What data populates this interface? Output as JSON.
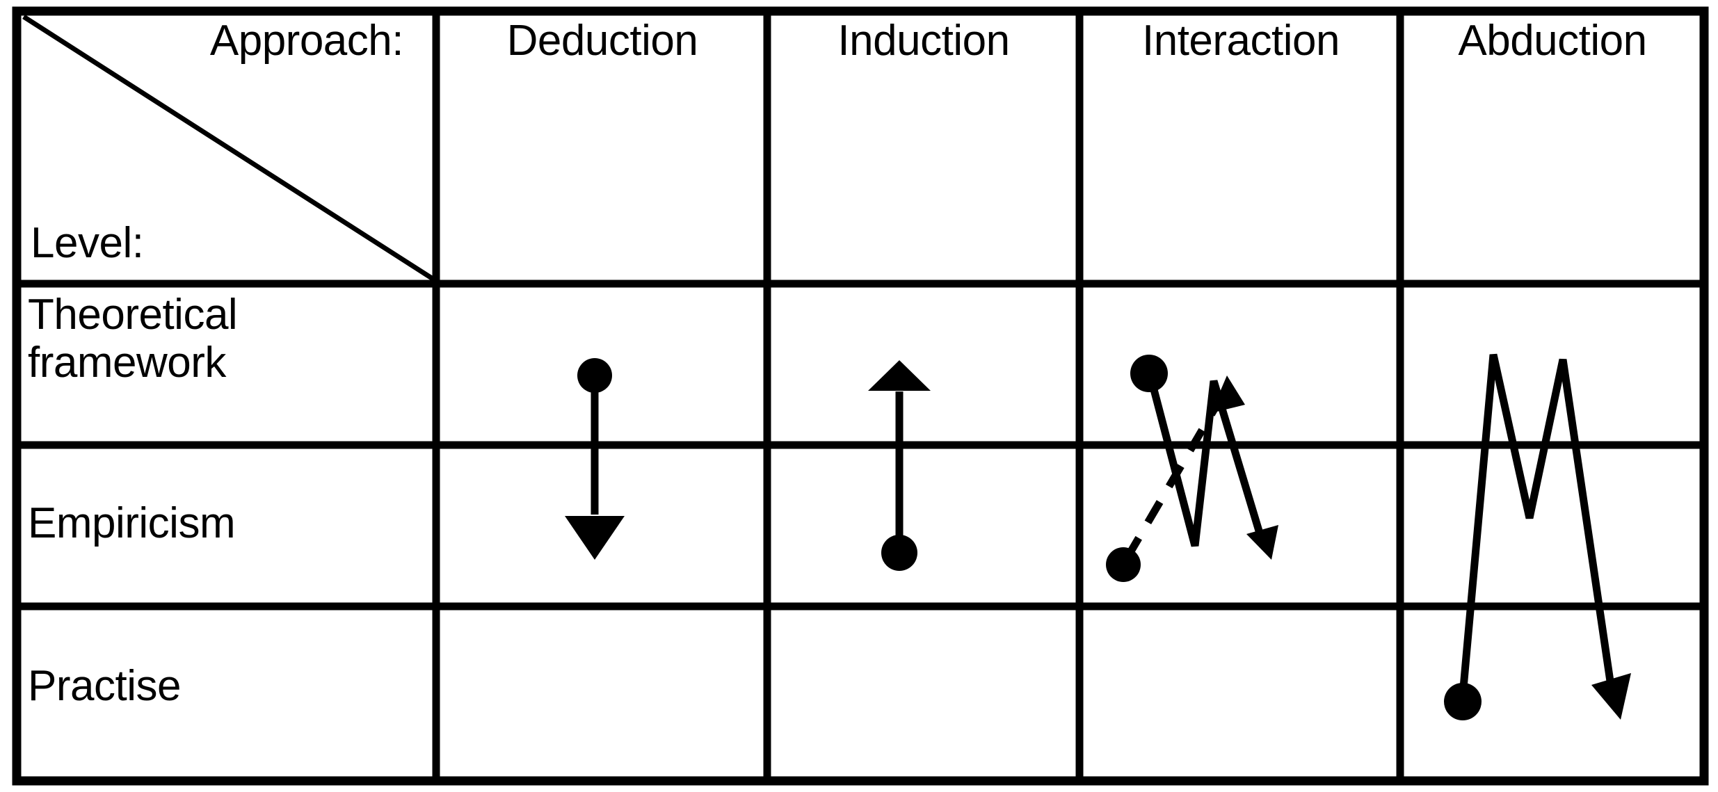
{
  "diagram": {
    "type": "matrix-table",
    "title": "",
    "corner": {
      "approach_label": "Approach:",
      "level_label": "Level:",
      "divider": "diagonal"
    },
    "columns": [
      {
        "id": "deduction",
        "label": "Deduction"
      },
      {
        "id": "induction",
        "label": "Induction"
      },
      {
        "id": "interaction",
        "label": "Interaction"
      },
      {
        "id": "abduction",
        "label": "Abduction"
      }
    ],
    "rows": [
      {
        "id": "theoretical-framework",
        "label": "Theoretical\nframework"
      },
      {
        "id": "empiricism",
        "label": "Empiricism"
      },
      {
        "id": "practise",
        "label": "Practise"
      }
    ],
    "colors": {
      "ink": "#000000",
      "background": "#ffffff",
      "border": "#000000"
    },
    "cells": [
      {
        "column": "deduction",
        "glyph": "arrow-down",
        "description": "Solid line from a filled dot in the Theoretical framework row down to an arrowhead in the Empiricism row",
        "line_style": "solid",
        "start_row": "theoretical-framework",
        "end_row": "empiricism",
        "start_marker": "dot",
        "end_marker": "arrowhead"
      },
      {
        "column": "induction",
        "glyph": "arrow-up",
        "description": "Solid line from a filled dot in the Empiricism row up to an arrowhead in the Theoretical framework row",
        "line_style": "solid",
        "start_row": "empiricism",
        "end_row": "theoretical-framework",
        "start_marker": "dot",
        "end_marker": "arrowhead"
      },
      {
        "column": "interaction",
        "glyph": "zigzag-pair",
        "description": "A dashed arrow rising from a dot in the Empiricism row to an arrowhead in the Theoretical framework row, overlaid on a solid zigzag that starts at a dot in the Theoretical framework row, oscillates between rows and ends in an arrowhead in the Empiricism row",
        "line_style": "dashed+solid",
        "start_row": "empiricism",
        "end_row": "theoretical-framework",
        "start_marker": "dot",
        "end_marker": "arrowhead"
      },
      {
        "column": "abduction",
        "glyph": "zigzag-m",
        "description": "Solid zigzag starting at a filled dot in the Practise row, peaking twice in the Theoretical framework row with a valley in the Empiricism row, ending in an arrowhead in the Practise row",
        "line_style": "solid",
        "start_row": "practise",
        "end_row": "practise",
        "start_marker": "dot",
        "end_marker": "arrowhead"
      }
    ]
  }
}
